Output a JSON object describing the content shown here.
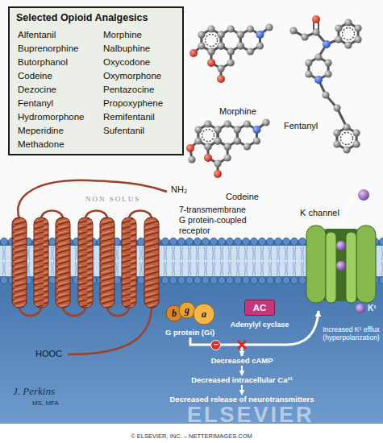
{
  "diagram": {
    "nodes": [
      {
        "text": [
          "Selected Opioid Analgesics",
          "Alfentanil",
          "Buprenorphine",
          "Butorphanol",
          "Codeine",
          "Dezocine",
          "Fentanyl",
          "Hydromorphone",
          "Meperidine",
          "Methadone",
          "Morphine",
          "Nalbuphine",
          "Oxycodone",
          "Oxymorphone",
          "Pentazocine",
          "Propoxyphene",
          "Remifentanil",
          "Sufentanil"
        ]
      },
      {
        "text": [
          "G protein (Gi)"
        ]
      },
      {
        "text": [
          "b"
        ],
        "in": 1
      },
      {
        "text": [
          "g"
        ],
        "in": 1
      },
      {
        "text": [
          "a"
        ],
        "in": 1
      },
      {
        "text": [
          "AC",
          "Adenylyl cyclase"
        ]
      },
      {
        "text": [
          "Decreased cAMP"
        ]
      },
      {
        "text": [
          "Decreased intracellular Ca²¹"
        ]
      },
      {
        "text": [
          "Decreased release of neurotransmitters"
        ]
      }
    ],
    "edges": [
      {
        "from": 1,
        "to": 6,
        "arrow": "to",
        "label": "–"
      },
      {
        "from": 6,
        "to": 7,
        "arrow": "to"
      },
      {
        "from": 7,
        "to": 8,
        "arrow": "to"
      }
    ],
    "labels": [
      "Morphine",
      "Fentanyl",
      "Codeine",
      "NH₂",
      "7-transmembrane G protein-coupled receptor",
      "K channel",
      "K¹",
      "HOOC",
      "Increased K¹ efflux (hyperpolarization)",
      "J. Perkins",
      "MS, MFA",
      "NON SOLUS",
      "ELSEVIER",
      "© ELSEVIER, INC. – NETTERIMAGES.COM"
    ]
  }
}
